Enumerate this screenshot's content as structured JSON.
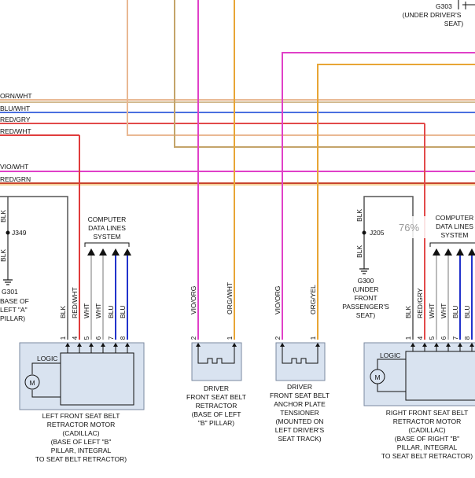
{
  "zoom": "76%",
  "top_ground": {
    "id": "G303",
    "location": "(UNDER DRIVER'S",
    "location2": "SEAT)"
  },
  "wire_labels": [
    "ORN/WHT",
    "BLU/WHT",
    "RED/GRY",
    "RED/WHT",
    "VIO/WHT",
    "RED/GRN"
  ],
  "colors": {
    "orn_wht": "#e9b893",
    "tan": "#c4a46a",
    "blu_wht": "#4b6fe0",
    "red_gry": "#e24a4a",
    "red_wht": "#e03c3c",
    "vio_wht": "#e040c8",
    "red_grn": "#c8442c",
    "vio_org": "#e040c8",
    "org_yel": "#e8a535",
    "org_wht": "#e8a535",
    "blu": "#2233cc",
    "red": "#e03c3c",
    "blk": "#555555",
    "wht": "#bbbbbb"
  },
  "left_ground": {
    "blk1": "BLK",
    "splice": "J349",
    "blk2": "BLK",
    "id": "G301",
    "loc1": "BASE OF",
    "loc2": "LEFT \"A\"",
    "loc3": "PILLAR)"
  },
  "right_ground": {
    "blk1": "BLK",
    "splice": "J205",
    "blk2": "BLK",
    "id": "G300",
    "loc1": "(UNDER",
    "loc2": "FRONT",
    "loc3": "PASSENGER'S",
    "loc4": "SEAT)"
  },
  "data_lines": {
    "l1": "COMPUTER",
    "l2": "DATA LINES",
    "l3": "SYSTEM"
  },
  "left_motor": {
    "pins": [
      {
        "num": "1",
        "wire": "BLK"
      },
      {
        "num": "4",
        "wire": "RED/WHT"
      },
      {
        "num": "5",
        "wire": "WHT"
      },
      {
        "num": "6",
        "wire": "WHT"
      },
      {
        "num": "7",
        "wire": "BLU"
      },
      {
        "num": "8",
        "wire": "BLU"
      }
    ],
    "logic": "LOGIC",
    "motor": "M",
    "name": [
      "LEFT FRONT SEAT BELT",
      "RETRACTOR MOTOR",
      "(CADILLAC)",
      "(BASE OF LEFT \"B\"",
      "PILLAR, INTEGRAL",
      "TO SEAT BELT RETRACTOR)"
    ]
  },
  "driver_retractor": {
    "pins": [
      {
        "num": "2",
        "wire": "VIO/ORG"
      },
      {
        "num": "1",
        "wire": "ORG/WHT"
      }
    ],
    "name": [
      "DRIVER",
      "FRONT SEAT BELT",
      "RETRACTOR",
      "(BASE OF LEFT",
      "\"B\" PILLAR)"
    ]
  },
  "anchor_tensioner": {
    "pins": [
      {
        "num": "2",
        "wire": "VIO/ORG"
      },
      {
        "num": "1",
        "wire": "ORG/YEL"
      }
    ],
    "name": [
      "DRIVER",
      "FRONT SEAT BELT",
      "ANCHOR PLATE",
      "TENSIONER",
      "(MOUNTED ON",
      "LEFT DRIVER'S",
      "SEAT TRACK)"
    ]
  },
  "right_motor": {
    "pins": [
      {
        "num": "1",
        "wire": "BLK"
      },
      {
        "num": "4",
        "wire": "RED/GRY"
      },
      {
        "num": "5",
        "wire": "WHT"
      },
      {
        "num": "6",
        "wire": "WHT"
      },
      {
        "num": "7",
        "wire": "BLU"
      },
      {
        "num": "8",
        "wire": "BLU"
      }
    ],
    "logic": "LOGIC",
    "motor": "M",
    "name": [
      "RIGHT FRONT SEAT BELT",
      "RETRACTOR MOTOR",
      "(CADILLAC)",
      "(BASE OF RIGHT \"B\"",
      "PILLAR, INTEGRAL",
      "TO SEAT BELT RETRACTOR)"
    ]
  }
}
